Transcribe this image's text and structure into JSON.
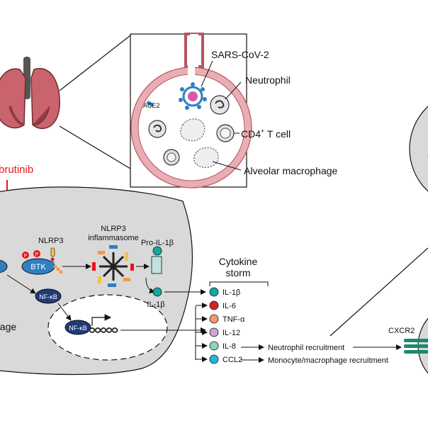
{
  "labels": {
    "sars": "SARS-CoV-2",
    "neutrophil": "Neutrophil",
    "ace2": "ACE2",
    "cd4_main": "CD4",
    "cd4_sup": "+",
    "cd4_tail": " T cell",
    "alveolar": "Alveolar macrophage",
    "drug": "brutinib",
    "nlrp3": "NLRP3",
    "btk": "BTK",
    "p": "P",
    "inflam_1": "NLRP3",
    "inflam_2": "inflammasome",
    "proil": "Pro-IL-1β",
    "il1b_cell": "IL-1β",
    "nfkb": "NF-κB",
    "nfkb2": "NF-κB",
    "phage": "hage",
    "storm_1": "Cytokine",
    "storm_2": "storm",
    "neut_recruit": "Neutrophil recruitment",
    "mono_recruit": "Monocyte/macrophage recruitment",
    "cxcr2": "CXCR2"
  },
  "cytokines": [
    {
      "label": "IL-1β",
      "color": "#16a7a3"
    },
    {
      "label": "IL-6",
      "color": "#d62027"
    },
    {
      "label": "TNF-α",
      "color": "#f39a6c"
    },
    {
      "label": "IL-12",
      "color": "#c9a8d4"
    },
    {
      "label": "IL-8",
      "color": "#8fd3bf"
    },
    {
      "label": "CCL2",
      "color": "#27b5d8"
    }
  ],
  "colors": {
    "drug": "#e8141b",
    "btk": "#2f7fc1",
    "nfkb": "#1f3b7a",
    "cell": "#d9d9d9",
    "lung": "#c9636d",
    "lung_dark": "#8e3c46",
    "alveolus": "#f3c6c9"
  }
}
